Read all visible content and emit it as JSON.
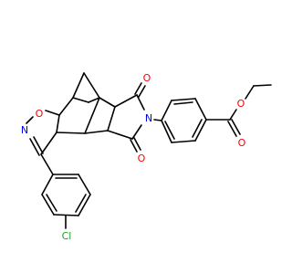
{
  "molecule": {
    "colors": {
      "bond": "#000000",
      "oxygen": "#ff0000",
      "nitrogen": "#0000ff",
      "chlorine": "#1fa01f"
    },
    "atom_labels": {
      "ring_o": "O",
      "ring_n": "N",
      "imide_n": "N",
      "carbonyl_o_top": "O",
      "carbonyl_o_bottom": "O",
      "ester_o_single": "O",
      "ester_o_double": "O",
      "chlorine": "Cl"
    }
  }
}
